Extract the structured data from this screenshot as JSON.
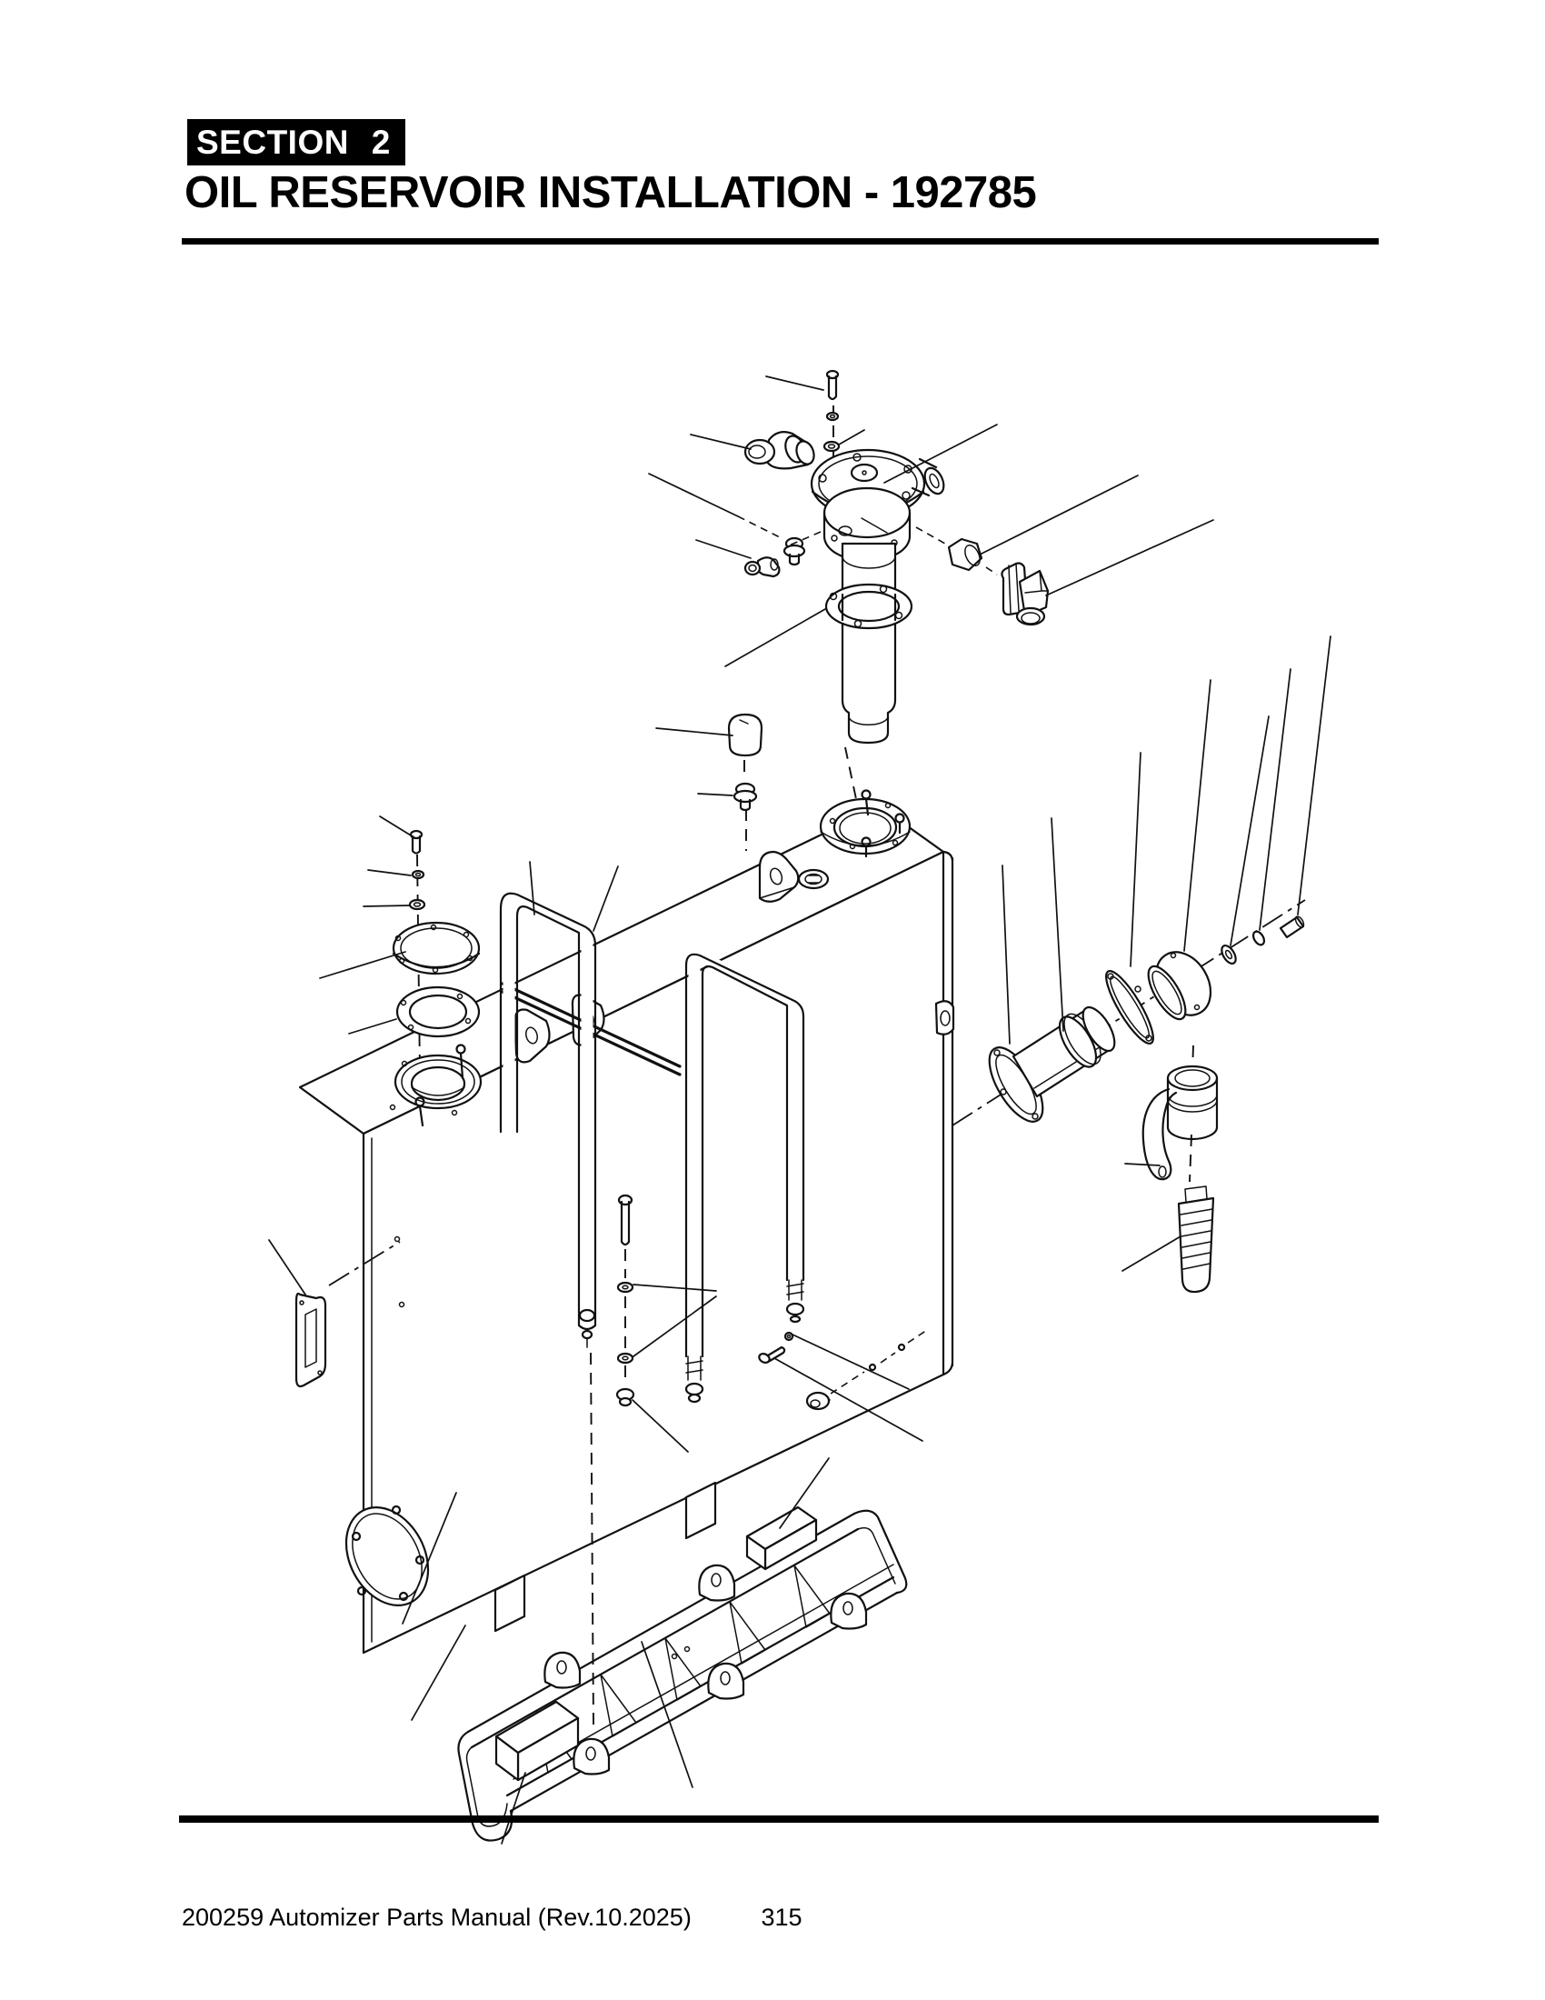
{
  "header": {
    "section_label": "SECTION 2",
    "title": "OIL RESERVOIR INSTALLATION - 192785"
  },
  "footer": {
    "left": "200259 Automizer Parts Manual (Rev.10.2025)",
    "page_number": "315"
  },
  "diagram": {
    "description": "Exploded isometric line drawing of oil reservoir installation 192785 with unlabeled leader lines",
    "callout_numbers_visible": false,
    "parts": [
      "hex-head-screw",
      "lock-washer",
      "flat-washer",
      "hydraulic-elbow-fitting",
      "return-filter-head",
      "filter-bowl",
      "filter-mounting-flange",
      "breather-fitting",
      "small-elbow-fitting",
      "hex-plug",
      "90-degree-elbow",
      "rubber-cap",
      "flanged-plug",
      "oil-reservoir-tank",
      "inspection-cover-plate",
      "cover-gasket",
      "tank-weld-ring",
      "filler-flange",
      "lifting-lug",
      "hex-bung",
      "strap-anchor",
      "sight-level-gauge",
      "front-access-cover",
      "hold-down-strap",
      "strap-clevis",
      "strap-j-bolt",
      "hex-nut",
      "suction-weld-flange",
      "suction-tube",
      "tube-clamp",
      "end-cover-disc",
      "elbow-dome-cover",
      "washer",
      "clevis-pin",
      "filler-breather-cap",
      "cap-retainer-strap",
      "suction-strainer",
      "mounting-screw",
      "grommet",
      "mounting-bracket-channel",
      "hook-tab",
      "gusset",
      "rubber-isolator-pad"
    ]
  },
  "colors": {
    "ink": "#111111",
    "paper": "#ffffff",
    "header_block": "#000000"
  }
}
